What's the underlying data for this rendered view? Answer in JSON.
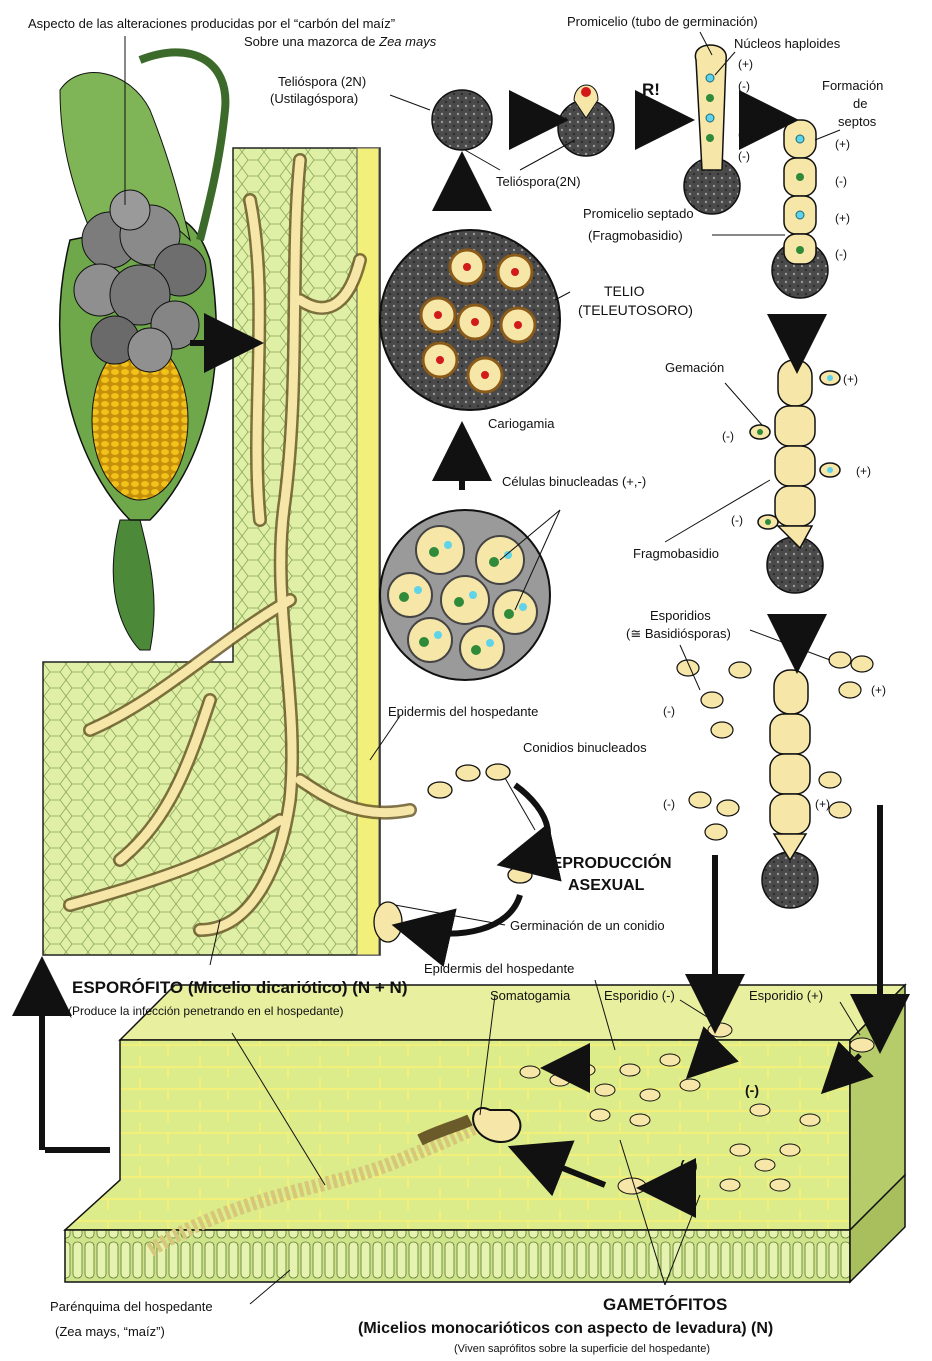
{
  "colors": {
    "tissue_green": "#dff0a6",
    "tissue_line": "#7a9a4a",
    "spore_dark": "#3c3c3c",
    "cell_cream": "#f6e6a8",
    "nucleus_green": "#2f8a3a",
    "nucleus_cyan": "#5fd3e8",
    "nucleus_red": "#d11a1a",
    "kernel_yellow": "#f0c21a",
    "host_yellow": "#f2f07a"
  },
  "labels": {
    "maize_aspect_line1": "Aspecto de las alteraciones producidas por el “carbón del maíz”",
    "maize_aspect_line2_a": "Sobre una mazorca de ",
    "maize_aspect_line2_b": "Zea mays",
    "teliospora_2n_line1": "Telióspora (2N)",
    "teliospora_2n_line2": "(Ustilagóspora)",
    "teliospora_2n_b": "Telióspora(2N)",
    "promicelio": "Promicelio (tubo de germinación)",
    "nucleos_haploides": "Núcleos haploides",
    "r_meiosis": "R!",
    "formacion_line1": "Formación",
    "formacion_line2": "de",
    "formacion_line3": "septos",
    "promicelio_septado_line1": "Promicelio septado",
    "promicelio_septado_line2": "(Fragmobasidio)",
    "telio_line1": "TELIO",
    "telio_line2": "(TELEUTOSORO)",
    "cariogamia": "Cariogamia",
    "celulas_binucleadas": "Células binucleadas (+,-)",
    "gemacion": "Gemación",
    "fragmobasidio": "Fragmobasidio",
    "esporidios_line1": "Esporidios",
    "esporidios_line2": "(≅ Basidiósporas)",
    "epidermis_1": "Epidermis del hospedante",
    "conidios_binucleados": "Conidios binucleados",
    "reproduccion_line1": "REPRODUCCIÓN",
    "reproduccion_line2": "ASEXUAL",
    "germinacion_conidio": "Germinación de un conidio",
    "esporofito_title": "ESPORÓFITO (Micelio dicariótico) (N + N)",
    "esporofito_sub": "(Produce la infección penetrando en el hospedante)",
    "epidermis_2": "Epidermis del hospedante",
    "somatogamia": "Somatogamia",
    "esporidio_minus": "Esporidio (-)",
    "esporidio_plus": "Esporidio (+)",
    "parenquima_line1": "Parénquima del hospedante",
    "parenquima_line2": "(Zea mays, “maíz”)",
    "gametofitos_title": "GAMETÓFITOS",
    "gametofitos_line2": "(Micelios monocarióticos con aspecto de levadura) (N)",
    "gametofitos_sub": "(Viven saprófitos sobre la superficie del hospedante)",
    "sign_plus": "(+)",
    "sign_minus": "(-)",
    "sign_plus_bare": "(+)"
  }
}
